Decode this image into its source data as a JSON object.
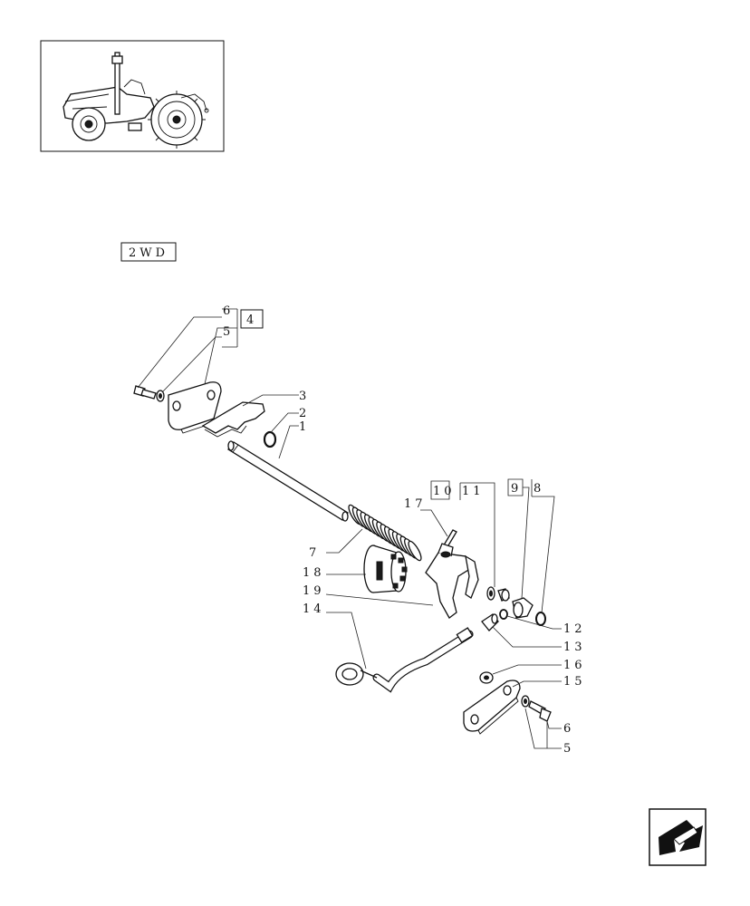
{
  "badge": {
    "text": "2WD"
  },
  "callouts": {
    "c1": "1",
    "c2": "2",
    "c3": "3",
    "c4": "4",
    "c5a": "5",
    "c6a": "6",
    "c7": "7",
    "c8": "8",
    "c9": "9",
    "c10": "10",
    "c11": "11",
    "c12": "12",
    "c13": "13",
    "c14": "14",
    "c15": "15",
    "c16": "16",
    "c17": "17",
    "c18": "18",
    "c19": "19",
    "c5b": "5",
    "c6b": "6"
  },
  "icons": {
    "thumbnail": "tractor-thumbnail",
    "nav": "previous-page-arrow-icon"
  }
}
